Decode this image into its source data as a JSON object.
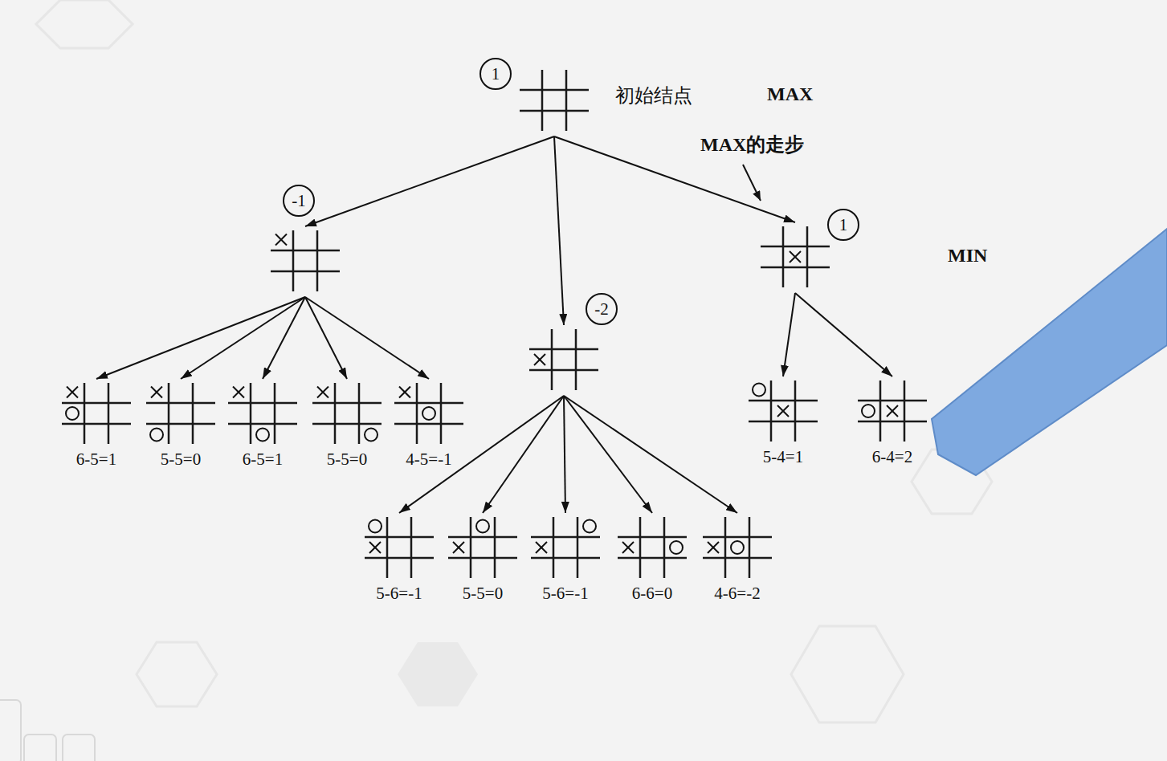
{
  "diagram": {
    "nodes": [
      {
        "text": [
          "1"
        ]
      },
      {
        "text": [
          "-1"
        ]
      },
      {
        "text": [
          "-2"
        ]
      },
      {
        "text": [
          "1"
        ]
      },
      {
        "text": [
          "6-5=1"
        ]
      },
      {
        "text": [
          "5-5=0"
        ]
      },
      {
        "text": [
          "6-5=1"
        ]
      },
      {
        "text": [
          "5-5=0"
        ]
      },
      {
        "text": [
          "4-5=-1"
        ]
      },
      {
        "text": [
          "5-4=1"
        ]
      },
      {
        "text": [
          "6-4=2"
        ]
      },
      {
        "text": [
          "5-6=-1"
        ]
      },
      {
        "text": [
          "5-5=0"
        ]
      },
      {
        "text": [
          "5-6=-1"
        ]
      },
      {
        "text": [
          "6-6=0"
        ]
      },
      {
        "text": [
          "4-6=-2"
        ]
      }
    ],
    "edges": [
      {
        "from": 0,
        "to": 1,
        "arrow": "to"
      },
      {
        "from": 0,
        "to": 2,
        "arrow": "to"
      },
      {
        "from": 0,
        "to": 3,
        "arrow": "to"
      },
      {
        "from": 1,
        "to": 4,
        "arrow": "to"
      },
      {
        "from": 1,
        "to": 5,
        "arrow": "to"
      },
      {
        "from": 1,
        "to": 6,
        "arrow": "to"
      },
      {
        "from": 1,
        "to": 7,
        "arrow": "to"
      },
      {
        "from": 1,
        "to": 8,
        "arrow": "to"
      },
      {
        "from": 3,
        "to": 9,
        "arrow": "to"
      },
      {
        "from": 3,
        "to": 10,
        "arrow": "to"
      },
      {
        "from": 2,
        "to": 11,
        "arrow": "to"
      },
      {
        "from": 2,
        "to": 12,
        "arrow": "to"
      },
      {
        "from": 2,
        "to": 13,
        "arrow": "to"
      },
      {
        "from": 2,
        "to": 14,
        "arrow": "to"
      },
      {
        "from": 2,
        "to": 15,
        "arrow": "to"
      }
    ],
    "labels": [
      "初始结点",
      "MAX",
      "MAX的走步",
      "MIN"
    ]
  }
}
